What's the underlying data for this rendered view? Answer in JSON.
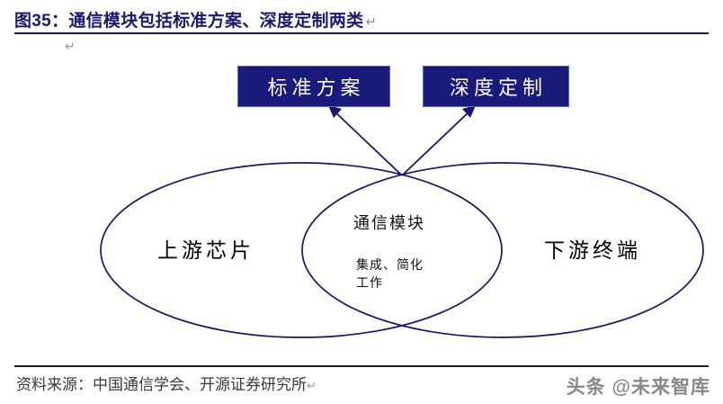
{
  "figure": {
    "title": "图35：通信模块包括标准方案、深度定制两类",
    "title_pilcrow": "↵",
    "empty_line_pilcrow": "↵"
  },
  "boxes": [
    {
      "id": "standard",
      "label": "标准方案",
      "fill": "#1a1a7a",
      "text_color": "#ffffff"
    },
    {
      "id": "custom",
      "label": "深度定制",
      "fill": "#1a1a7a",
      "text_color": "#ffffff"
    }
  ],
  "venn": {
    "stroke_color": "#16166b",
    "left_circle_label": "上游芯片",
    "right_circle_label": "下游终端",
    "overlap_title": "通信模块",
    "overlap_detail_line1": "集成、简化",
    "overlap_detail_line2": "工作"
  },
  "arrows": {
    "color": "#16166b",
    "count": 2,
    "description_left": "指向标准方案",
    "description_right": "指向深度定制"
  },
  "footer": {
    "source_label": "资料来源：中国通信学会、开源证券研究所",
    "source_pilcrow": "↵",
    "watermark": "头条 @未来智库"
  },
  "chart_data": {
    "type": "diagram",
    "subtype": "venn",
    "title": "图35：通信模块包括标准方案、深度定制两类",
    "sets": [
      {
        "name": "上游芯片",
        "side": "left"
      },
      {
        "name": "下游终端",
        "side": "right"
      }
    ],
    "intersection": {
      "name": "通信模块",
      "notes": [
        "集成、简化",
        "工作"
      ]
    },
    "callouts": [
      "标准方案",
      "深度定制"
    ],
    "source": "资料来源：中国通信学会、开源证券研究所"
  }
}
